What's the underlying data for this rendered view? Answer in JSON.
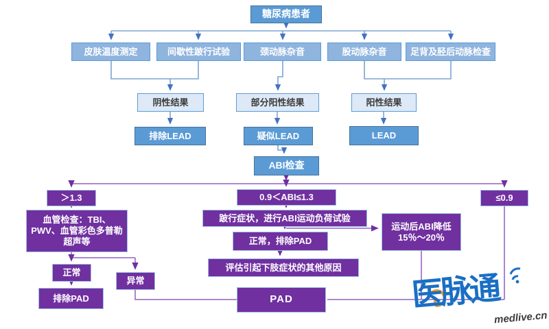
{
  "nodes": {
    "patient": "糖尿病患者",
    "skin_temp": "皮肤温度测定",
    "claudication": "间歇性跛行试验",
    "carotid": "颈动脉杂音",
    "femoral": "股动脉杂音",
    "foot": "足背及胫后动脉检查",
    "negative": "阴性结果",
    "partial": "部分阳性结果",
    "positive": "阳性结果",
    "exclude_lead": "排除LEAD",
    "suspected_lead": "疑似LEAD",
    "lead": "LEAD",
    "abi": "ABI检查",
    "abi_high": "＞1.3",
    "abi_mid": "0.9＜ABI≤1.3",
    "abi_low": "≤0.9",
    "vascular": "血管检查：TBI、PWV、血管彩色多普勒超声等",
    "stress": "跛行症状，进行ABI运动负荷试验",
    "post_exercise": "运动后ABI降低15％～20％",
    "normal_exclude_pad": "正常，排除PAD",
    "evaluate": "评估引起下肢症状的其他原因",
    "normal": "正常",
    "abnormal": "异常",
    "exclude_pad": "排除PAD",
    "pad": "PAD"
  },
  "colors": {
    "blue_fill": "#5b9bd5",
    "light_blue_fill": "#8fb4de",
    "pale_fill": "#dde9f6",
    "purple_fill": "#7030a0",
    "blue_line": "#7ba3d4",
    "blue_arrow": "#4472c4",
    "purple_line": "#a178ca",
    "purple_arrow": "#7030a0"
  },
  "logo": {
    "brand": "医脉通",
    "domain": "medlive.cn"
  }
}
